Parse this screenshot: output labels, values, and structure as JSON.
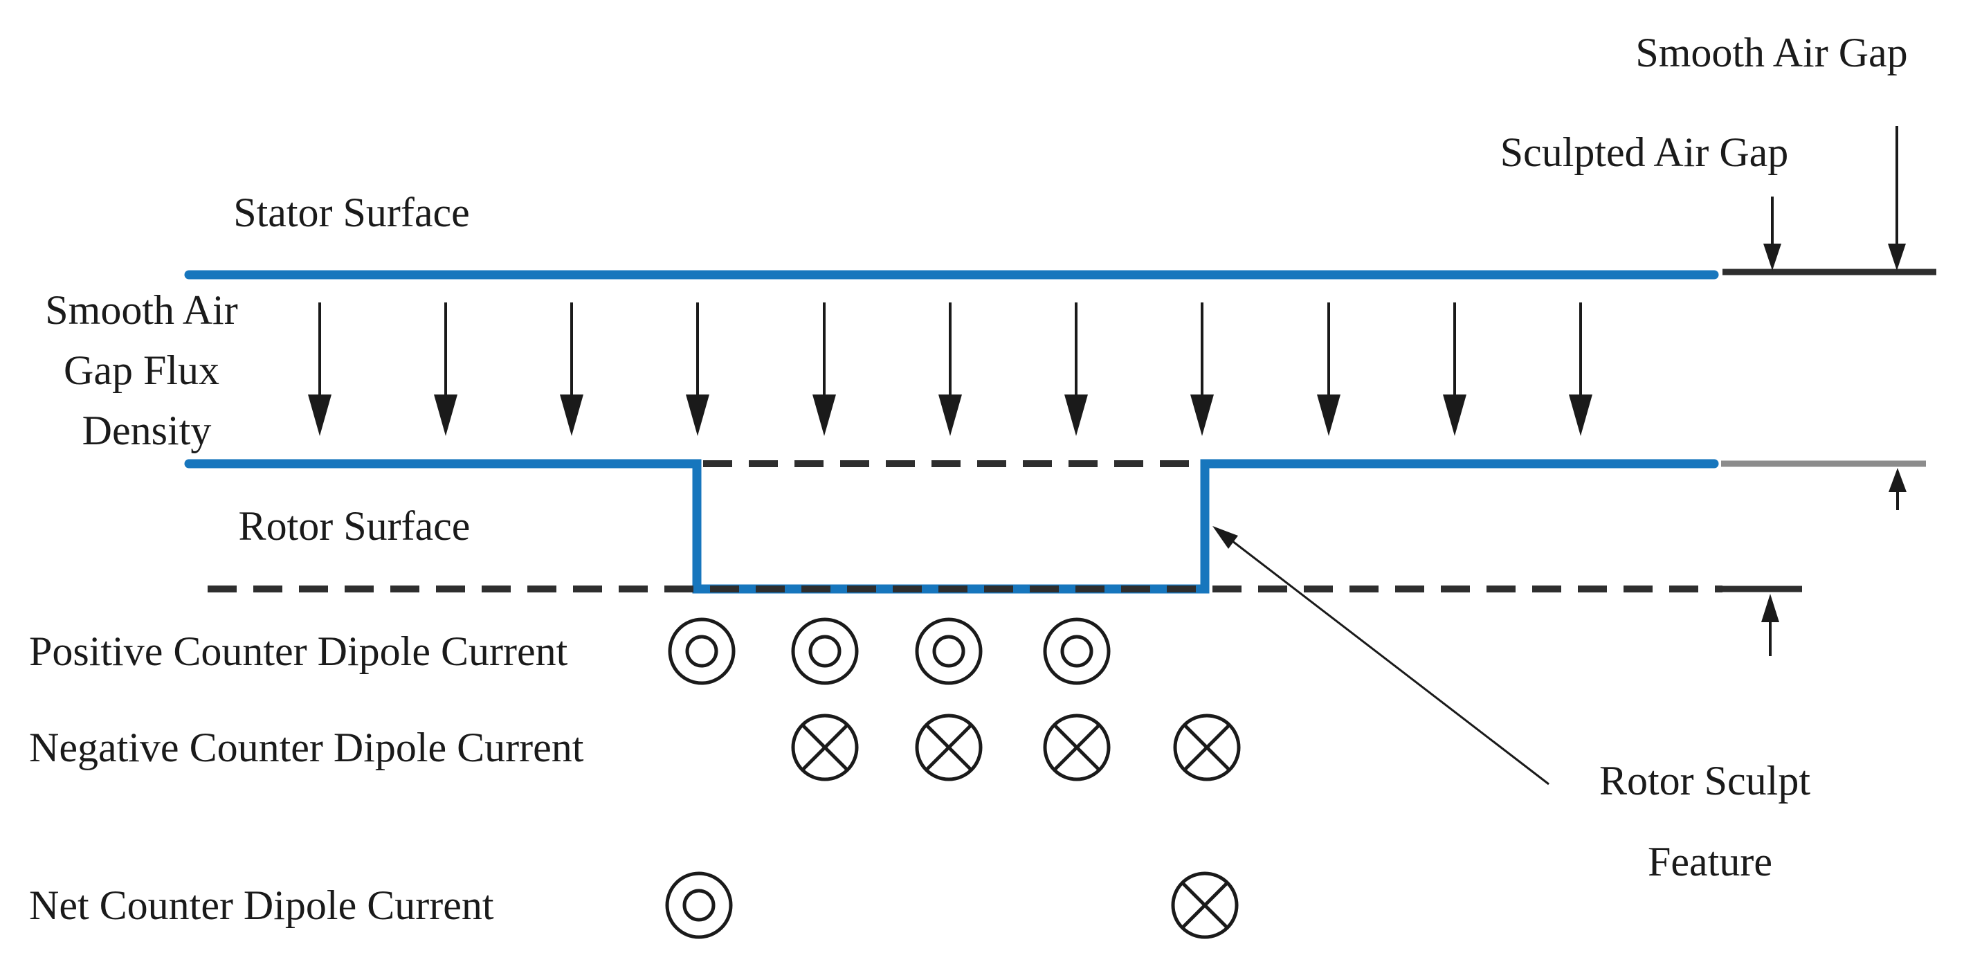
{
  "diagram": {
    "labels": {
      "smooth_air_gap": "Smooth Air Gap",
      "sculpted_air_gap": "Sculpted Air Gap",
      "stator_surface": "Stator Surface",
      "flux_density": [
        "Smooth Air",
        "Gap Flux",
        "Density"
      ],
      "rotor_surface": "Rotor Surface",
      "positive_counter_dipole_current": "Positive Counter Dipole Current",
      "negative_counter_dipole_current": "Negative Counter Dipole Current",
      "net_counter_dipole_current": "Net Counter Dipole Current",
      "rotor_sculpt_feature": [
        "Rotor Sculpt",
        "Feature"
      ]
    },
    "icons": {
      "current_out_of_page": "circle-dot-icon",
      "current_into_page": "circle-cross-icon",
      "flux_direction": "down-arrow-icon",
      "gap_dimension": "dimension-arrow-icon"
    },
    "colors": {
      "surface_blue": "#1776BD",
      "reference_dark": "#2e2e2e",
      "extension_gray": "#8c8c8c",
      "text": "#1a1a1a",
      "background": "#ffffff"
    },
    "counts": {
      "flux_arrows": 11,
      "positive_dipole_symbols": 4,
      "negative_dipole_symbols": 4,
      "net_dipole_symbols": 2
    }
  }
}
